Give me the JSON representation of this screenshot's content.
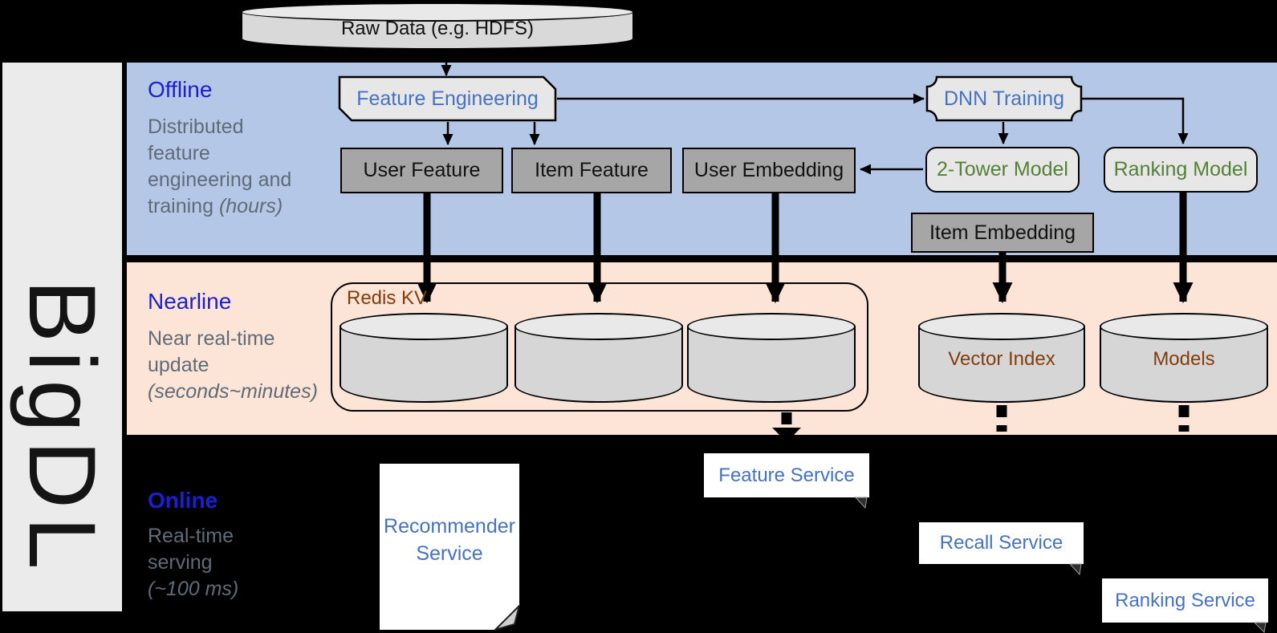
{
  "brand": {
    "vertical_label": "BigDL"
  },
  "source": {
    "label": "Raw Data (e.g. HDFS)"
  },
  "bands": {
    "offline": {
      "title": "Offline",
      "desc_l1": "Distributed",
      "desc_l2": "feature",
      "desc_l3": "engineering and",
      "desc_l4": "training ",
      "desc_l4_italic": "(hours)"
    },
    "nearline": {
      "title": "Nearline",
      "desc_l1": "Near real-time",
      "desc_l2": "update",
      "desc_l3_italic": "(seconds~minutes)"
    },
    "online": {
      "title": "Online",
      "desc_l1": "Real-time",
      "desc_l2": "serving",
      "desc_l3_italic": "(~100 ms)"
    }
  },
  "offline_nodes": {
    "feature_engineering": "Feature Engineering",
    "dnn_training": "DNN Training",
    "user_feature": "User Feature",
    "item_feature": "Item Feature",
    "user_embedding": "User Embedding",
    "two_tower_model": "2-Tower Model",
    "ranking_model": "Ranking Model",
    "item_embedding": "Item Embedding"
  },
  "nearline_nodes": {
    "redis_kv": "Redis KV",
    "vector_index": "Vector Index",
    "models": "Models"
  },
  "online_nodes": {
    "recommender_service": "Recommender Service",
    "feature_service": "Feature Service",
    "recall_service": "Recall Service",
    "ranking_service": "Ranking Service"
  },
  "colors": {
    "offline_band": "#b4c7e7",
    "nearline_band": "#fce4d6",
    "online_band": "#000000",
    "band_title_blue": "#1c1fd1",
    "description_gray": "#5f6b78",
    "process_text_blue": "#4472c4",
    "model_text_green": "#538135",
    "datastore_text_brown": "#843c0c",
    "feature_box_gray": "#a6a6a6",
    "shape_fill_light": "#e8e7e7",
    "cylinder_fill": "#d6d6d6",
    "sidebar_gray": "#ebebeb"
  }
}
